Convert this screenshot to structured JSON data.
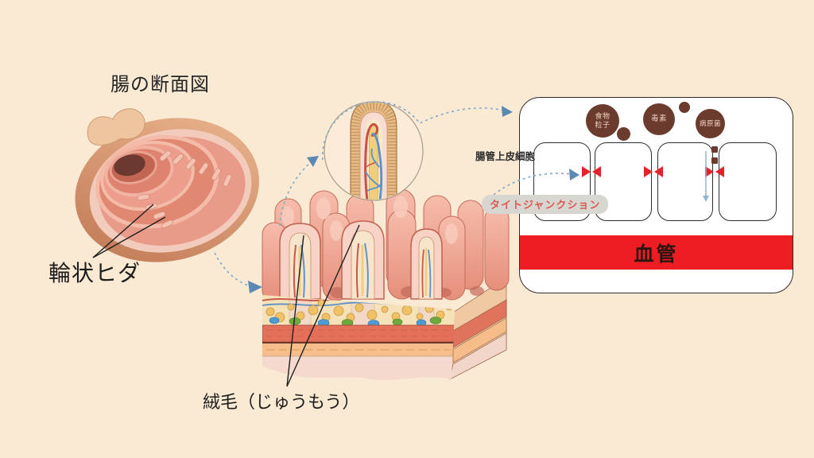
{
  "title": "腸の断面図",
  "background_color": "#FBEAD3",
  "intestine": {
    "label": "輪状ヒダ"
  },
  "villi_block": {
    "label": "絨毛（じゅうもう）"
  },
  "barrier": {
    "epithelium_label": "腸管上皮細胞",
    "tight_junction_label": "タイトジャンクション",
    "blood_vessel_label": "血管",
    "cell_count": 4,
    "particles": [
      {
        "name": "food-particle",
        "label": "食物粒子",
        "line1": "食物",
        "line2": "粒子"
      },
      {
        "name": "toxin",
        "label": "毒素"
      },
      {
        "name": "pathogen",
        "label": "病原菌"
      }
    ]
  },
  "colors": {
    "bg": "#FBEAD3",
    "vessel_red": "#EE1D24",
    "junction_red": "#E7212A",
    "particle_brown": "#6B3C2E",
    "arrow_blue": "#86ABCB",
    "arrowhead_blue": "#5B89B4",
    "tj_text": "#DB5A52",
    "tj_bg": "#D8D6D1",
    "ink": "#222222"
  }
}
